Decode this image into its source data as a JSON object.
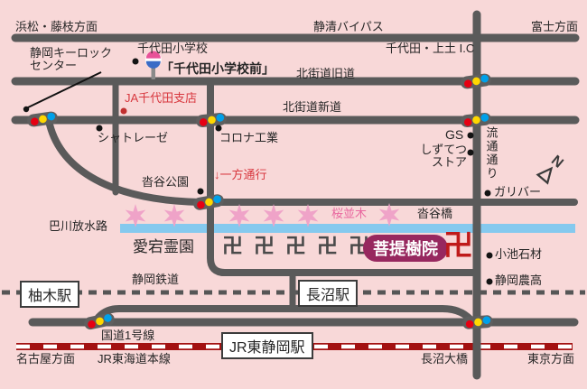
{
  "map": {
    "directions": {
      "hamamatsu": "浜松・藤枝方面",
      "fuji": "富士方面",
      "nagoya": "名古屋方面",
      "tokyo": "東京方面"
    },
    "roads": {
      "seishin_bypass": "静清バイパス",
      "kitakaido_old": "北街道旧道",
      "kitakaido_new": "北街道新道",
      "ryutsu_dori": "流通通り",
      "route1": "国道1号線",
      "oneway_note": "↓一方通行"
    },
    "railways": {
      "shizuoka_tetsudo": "静岡鉄道",
      "jr_tokaido": "JR東海道本線"
    },
    "stations": {
      "yunoki": "柚木駅",
      "naganuma": "長沼駅",
      "higashi_shizuoka": "JR東静岡駅",
      "bus_stop": "「千代田小学校前」"
    },
    "landmarks": {
      "chiyoda_ic": "千代田・上土 I.C",
      "chiyoda_elementary": "千代田小学校",
      "keylock_line1": "静岡キーロック",
      "keylock_line2": "センター",
      "ja_chiyoda": "JA千代田支店",
      "chateraise": "シャトレーゼ",
      "corona": "コロナ工業",
      "kutsunoya_park": "沓谷公園",
      "gs": "GS",
      "shizutetsu_line1": "しずてつ",
      "shizutetsu_line2": "ストア",
      "gulliver": "ガリバー",
      "sakura_namiki": "桜並木",
      "kutsunoya_bridge": "沓谷橋",
      "tomoe_river": "巴川放水路",
      "atago_cemetery": "愛宕霊園",
      "koike_sekizai": "小池石材",
      "shizuoka_noko": "静岡農高",
      "naganuma_ohashi": "長沼大橋"
    },
    "destination": {
      "name": "菩提樹院"
    },
    "icons": {
      "compass_n": "N",
      "temple_symbol": "卍"
    },
    "colors": {
      "background": "#f8d8d8",
      "road": "#5a5a5a",
      "river": "#85c9ee",
      "jr_line_red": "#a31111",
      "label_red": "#d8383f",
      "sakura_text": "#e9679f",
      "sakura_star": "#efa3c8",
      "badge": "#97285f",
      "temple_red": "#bf1a1a",
      "signal_red": "#e60012",
      "signal_yellow": "#ffd700",
      "signal_blue": "#00a0e9",
      "busstop_pink": "#e85298",
      "busstop_blue": "#3a6bc6"
    }
  }
}
